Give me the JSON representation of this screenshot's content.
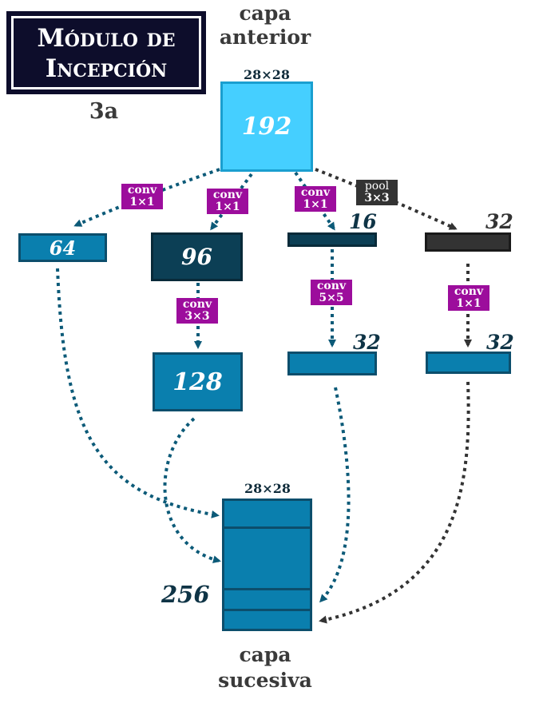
{
  "title": {
    "line1": "Módulo de",
    "line2": "Incepción"
  },
  "module_id": "3a",
  "input_layer": {
    "label_line1": "capa",
    "label_line2": "anterior",
    "size": "28×28",
    "channels": "192"
  },
  "branches": [
    {
      "id": "b1",
      "op_line1": "conv",
      "op_line2": "1×1",
      "channels": "64"
    },
    {
      "id": "b2",
      "reduce_op_line1": "conv",
      "reduce_op_line2": "1×1",
      "reduce_channels": "96",
      "op_line1": "conv",
      "op_line2": "3×3",
      "channels": "128"
    },
    {
      "id": "b3",
      "reduce_op_line1": "conv",
      "reduce_op_line2": "1×1",
      "reduce_channels": "16",
      "op_line1": "conv",
      "op_line2": "5×5",
      "channels": "32"
    },
    {
      "id": "b4",
      "pool_op_line1": "pool",
      "pool_op_line2": "3×3",
      "pool_channels": "32",
      "op_line1": "conv",
      "op_line2": "1×1",
      "channels": "32"
    }
  ],
  "output_layer": {
    "label_line1": "capa",
    "label_line2": "sucesiva",
    "size": "28×28",
    "channels": "256"
  },
  "colors": {
    "input": "#45cfff",
    "teal": "#0a7fae",
    "dark_teal": "#0c3f55",
    "pool": "#333333",
    "tag": "#9c0d9c",
    "title_bg": "#0d0d2b"
  }
}
